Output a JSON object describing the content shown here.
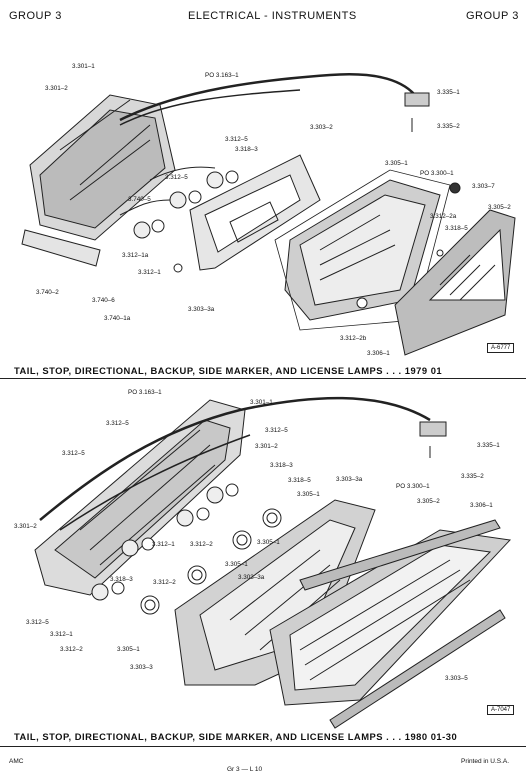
{
  "header": {
    "left": "GROUP 3",
    "center": "ELECTRICAL - INSTRUMENTS",
    "right": "GROUP 3"
  },
  "fig1": {
    "caption": "TAIL, STOP, DIRECTIONAL, BACKUP, SIDE MARKER, AND LICENSE LAMPS . . . 1979  01",
    "tag": "A-6777",
    "labels": [
      "3.301–1",
      "3.301–2",
      "PO 3.163–1",
      "3.335–1",
      "3.335–2",
      "3.303–2",
      "3.312–5",
      "3.318–3",
      "3.312–5",
      "3.740–5",
      "3.305–1",
      "PO 3.300–1",
      "3.303–7",
      "3.305–2",
      "3.312–2a",
      "3.318–5",
      "3.312–1a",
      "3.312–1",
      "3.740–6",
      "3.740–2",
      "3.740–1a",
      "3.303–3a",
      "3.312–2b",
      "3.306–1"
    ]
  },
  "fig2": {
    "caption": "TAIL, STOP, DIRECTIONAL, BACKUP, SIDE MARKER, AND LICENSE LAMPS . . . 1980  01-30",
    "tag": "A-7047",
    "labels": [
      "PO 3.163–1",
      "3.301–1",
      "3.312–5",
      "3.312–5",
      "3.312–5",
      "3.301–2",
      "3.318–3",
      "3.335–1",
      "3.335–2",
      "3.318–5",
      "3.305–1",
      "3.303–3a",
      "PO 3.300–1",
      "3.305–2",
      "3.306–1",
      "3.301–2",
      "3.312–1",
      "3.312–2",
      "3.305–1",
      "3.305–1",
      "3.318–3",
      "3.312–2",
      "3.303–3a",
      "3.312–5",
      "3.312–1",
      "3.312–2",
      "3.305–1",
      "3.303–3",
      "3.303–5"
    ]
  },
  "footer": {
    "left": "AMC",
    "center": "Gr  3 — L  10",
    "right": "Printed  in U.S.A."
  }
}
